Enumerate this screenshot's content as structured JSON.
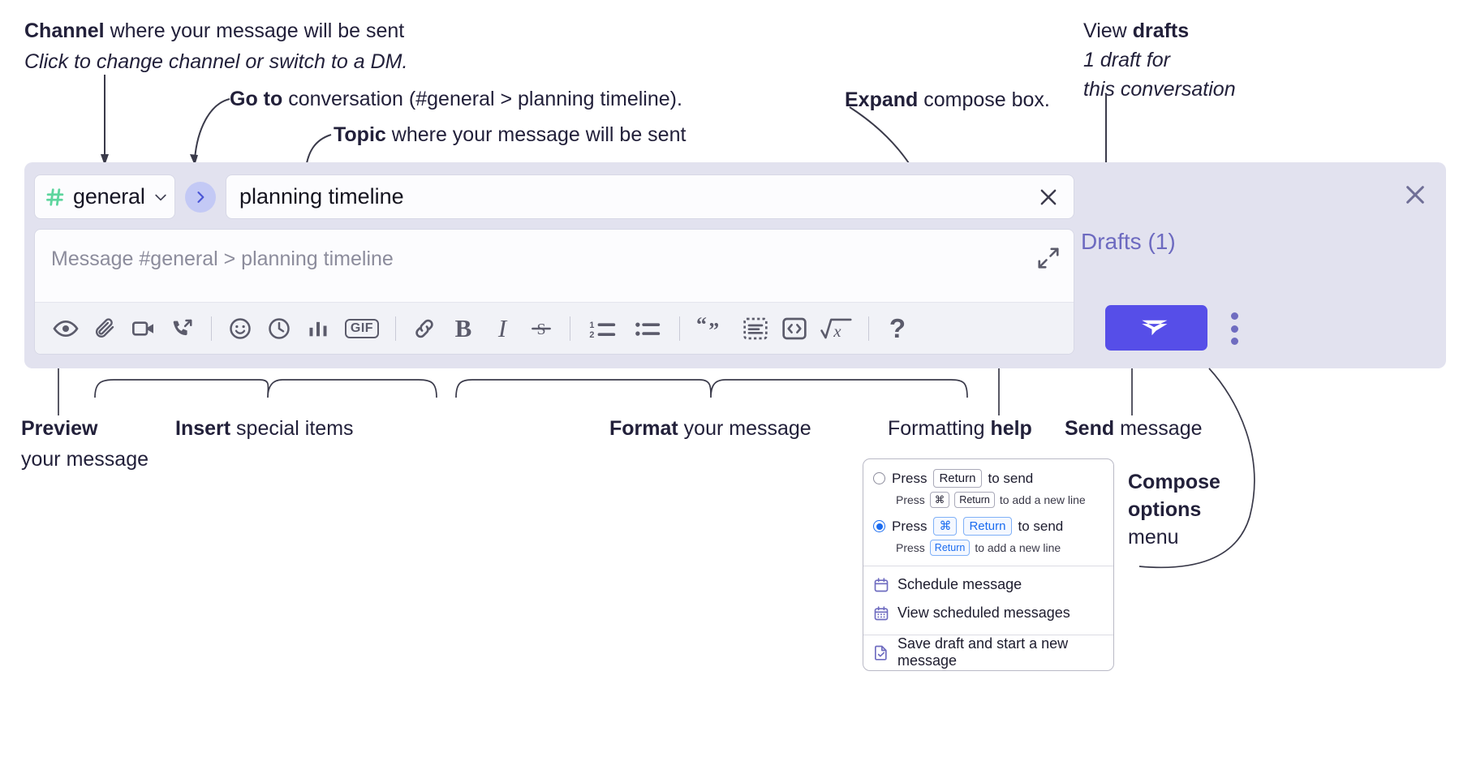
{
  "annotations": {
    "channel": {
      "line1_bold": "Channel",
      "line1_rest": " where your message will be sent",
      "line2": "Click to change channel or switch to a DM."
    },
    "goto": {
      "bold": "Go to",
      "rest": " conversation (#general > planning timeline)."
    },
    "topic": {
      "bold": "Topic",
      "rest": " where your message will be sent"
    },
    "expand": {
      "bold": "Expand",
      "rest": " compose box."
    },
    "drafts": {
      "line1_rest": "View ",
      "line1_bold": "drafts",
      "line2": "1 draft for",
      "line3": "this conversation"
    },
    "preview": {
      "bold": "Preview",
      "line2": "your message"
    },
    "insert": {
      "bold": "Insert",
      "rest": " special items"
    },
    "format": {
      "bold": "Format",
      "rest": " your message"
    },
    "formatting_help": {
      "rest": "Formatting ",
      "bold": "help"
    },
    "send": {
      "bold": "Send",
      "rest": " message"
    },
    "compose_options": {
      "line1": "Compose",
      "line2": "options",
      "line3": "menu"
    }
  },
  "compose": {
    "channel": {
      "name": "general",
      "hash_icon": "hash-icon",
      "chevron_icon": "chevron-down-icon"
    },
    "go_button_icon": "chevron-right-icon",
    "topic": {
      "value": "planning timeline",
      "clear_icon": "close-icon"
    },
    "message": {
      "placeholder": "Message #general > planning timeline",
      "value": "",
      "expand_icon": "expand-diagonal-icon"
    },
    "drafts_label": "Drafts (1)",
    "close_icon": "close-icon",
    "send_icon": "send-paper-plane-icon",
    "kebab_icon": "more-vertical-icon",
    "toolbar": [
      {
        "name": "preview-button",
        "icon": "eye-icon",
        "label": "Preview"
      },
      {
        "name": "attach-button",
        "icon": "paperclip-icon",
        "label": "Attach file"
      },
      {
        "name": "video-clip-button",
        "icon": "video-camera-icon",
        "label": "Record video clip"
      },
      {
        "name": "audio-clip-button",
        "icon": "phone-arrow-icon",
        "label": "Record audio clip"
      },
      {
        "name": "separator-1",
        "icon": "divider",
        "label": ""
      },
      {
        "name": "emoji-button",
        "icon": "smiley-icon",
        "label": "Emoji"
      },
      {
        "name": "reminder-button",
        "icon": "clock-icon",
        "label": "Reminder"
      },
      {
        "name": "poll-button",
        "icon": "bar-chart-icon",
        "label": "Poll"
      },
      {
        "name": "gif-button",
        "icon": "gif-icon",
        "label": "GIF"
      },
      {
        "name": "separator-2",
        "icon": "divider",
        "label": ""
      },
      {
        "name": "link-button",
        "icon": "link-icon",
        "label": "Link"
      },
      {
        "name": "bold-button",
        "icon": "bold-icon",
        "label": "B"
      },
      {
        "name": "italic-button",
        "icon": "italic-icon",
        "label": "I"
      },
      {
        "name": "strikethrough-button",
        "icon": "strikethrough-icon",
        "label": "S"
      },
      {
        "name": "separator-3",
        "icon": "divider",
        "label": ""
      },
      {
        "name": "ordered-list-button",
        "icon": "ordered-list-icon",
        "label": "Ordered list"
      },
      {
        "name": "bulleted-list-button",
        "icon": "bulleted-list-icon",
        "label": "Bulleted list"
      },
      {
        "name": "separator-4",
        "icon": "divider",
        "label": ""
      },
      {
        "name": "blockquote-button",
        "icon": "quote-icon",
        "label": "Blockquote"
      },
      {
        "name": "code-block-button",
        "icon": "code-block-icon",
        "label": "Code block"
      },
      {
        "name": "code-button",
        "icon": "code-brackets-icon",
        "label": "Code"
      },
      {
        "name": "math-button",
        "icon": "square-root-icon",
        "label": "Math"
      },
      {
        "name": "separator-5",
        "icon": "divider",
        "label": ""
      },
      {
        "name": "formatting-help-button",
        "icon": "question-mark-icon",
        "label": "?"
      }
    ]
  },
  "options_menu": {
    "send_options": [
      {
        "selected": false,
        "press": "Press",
        "key": "Return",
        "suffix": "to send",
        "sub_press": "Press",
        "sub_key1": "⌘",
        "sub_key2": "Return",
        "sub_suffix": "to add a new line"
      },
      {
        "selected": true,
        "press": "Press",
        "key1": "⌘",
        "key2": "Return",
        "suffix": "to send",
        "sub_press": "Press",
        "sub_key": "Return",
        "sub_suffix": "to add a new line"
      }
    ],
    "items": [
      {
        "icon": "calendar-clock-icon",
        "label": "Schedule message"
      },
      {
        "icon": "calendar-grid-icon",
        "label": "View scheduled messages"
      },
      {
        "icon": "document-check-icon",
        "label": "Save draft and start a new message"
      }
    ]
  },
  "colors": {
    "panel_bg": "#e2e2ef",
    "accent_send": "#564ee8",
    "hash_green": "#5ed59e",
    "drafts_purple": "#6d6ac0",
    "menu_icon_purple": "#6f6cc0",
    "key_blue": "#1b6cf0"
  }
}
